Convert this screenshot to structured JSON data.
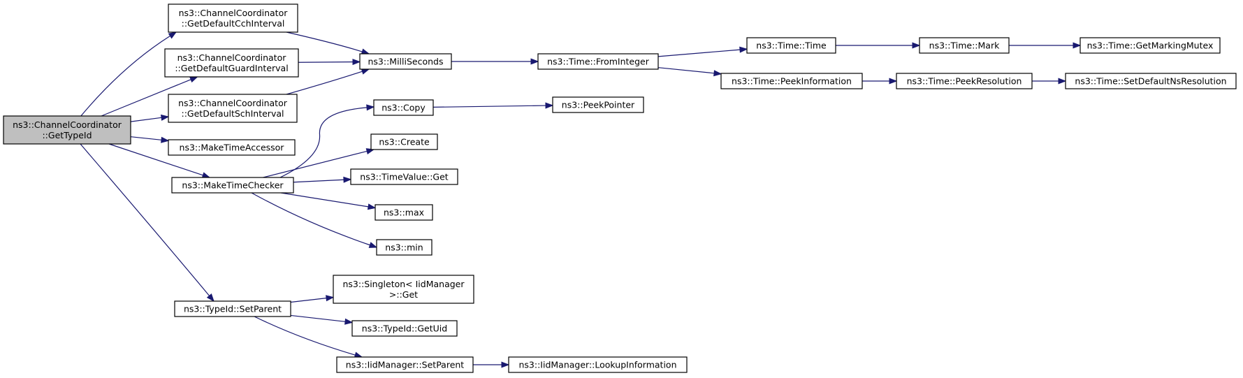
{
  "graph": {
    "colors": {
      "edge": "#191970",
      "node_border": "#000000",
      "node_fill": "#ffffff",
      "root_fill": "#bfbfbf"
    },
    "nodes": [
      {
        "id": "root",
        "lines": [
          "ns3::ChannelCoordinator",
          "::GetTypeId"
        ],
        "root": true
      },
      {
        "id": "cch",
        "lines": [
          "ns3::ChannelCoordinator",
          "::GetDefaultCchInterval"
        ]
      },
      {
        "id": "guard",
        "lines": [
          "ns3::ChannelCoordinator",
          "::GetDefaultGuardInterval"
        ]
      },
      {
        "id": "sch",
        "lines": [
          "ns3::ChannelCoordinator",
          "::GetDefaultSchInterval"
        ]
      },
      {
        "id": "mta",
        "lines": [
          "ns3::MakeTimeAccessor"
        ]
      },
      {
        "id": "mtc",
        "lines": [
          "ns3::MakeTimeChecker"
        ]
      },
      {
        "id": "setparent",
        "lines": [
          "ns3::TypeId::SetParent"
        ]
      },
      {
        "id": "ms",
        "lines": [
          "ns3::MilliSeconds"
        ]
      },
      {
        "id": "copy",
        "lines": [
          "ns3::Copy"
        ]
      },
      {
        "id": "create",
        "lines": [
          "ns3::Create"
        ]
      },
      {
        "id": "tvget",
        "lines": [
          "ns3::TimeValue::Get"
        ]
      },
      {
        "id": "max",
        "lines": [
          "ns3::max"
        ]
      },
      {
        "id": "min",
        "lines": [
          "ns3::min"
        ]
      },
      {
        "id": "singleton",
        "lines": [
          "ns3::Singleton< IidManager",
          ">::Get"
        ]
      },
      {
        "id": "getuid",
        "lines": [
          "ns3::TypeId::GetUid"
        ]
      },
      {
        "id": "iidset",
        "lines": [
          "ns3::IidManager::SetParent"
        ]
      },
      {
        "id": "fromint",
        "lines": [
          "ns3::Time::FromInteger"
        ]
      },
      {
        "id": "peekptr",
        "lines": [
          "ns3::PeekPointer"
        ]
      },
      {
        "id": "lookup",
        "lines": [
          "ns3::IidManager::LookupInformation"
        ]
      },
      {
        "id": "time",
        "lines": [
          "ns3::Time::Time"
        ]
      },
      {
        "id": "peekinfo",
        "lines": [
          "ns3::Time::PeekInformation"
        ]
      },
      {
        "id": "mark",
        "lines": [
          "ns3::Time::Mark"
        ]
      },
      {
        "id": "peekres",
        "lines": [
          "ns3::Time::PeekResolution"
        ]
      },
      {
        "id": "mutex",
        "lines": [
          "ns3::Time::GetMarkingMutex"
        ]
      },
      {
        "id": "setdef",
        "lines": [
          "ns3::Time::SetDefaultNsResolution"
        ]
      }
    ],
    "edges": [
      [
        "root",
        "cch"
      ],
      [
        "root",
        "guard"
      ],
      [
        "root",
        "sch"
      ],
      [
        "root",
        "mta"
      ],
      [
        "root",
        "mtc"
      ],
      [
        "root",
        "setparent"
      ],
      [
        "cch",
        "ms"
      ],
      [
        "guard",
        "ms"
      ],
      [
        "sch",
        "ms"
      ],
      [
        "mtc",
        "copy"
      ],
      [
        "mtc",
        "create"
      ],
      [
        "mtc",
        "tvget"
      ],
      [
        "mtc",
        "max"
      ],
      [
        "mtc",
        "min"
      ],
      [
        "setparent",
        "singleton"
      ],
      [
        "setparent",
        "getuid"
      ],
      [
        "setparent",
        "iidset"
      ],
      [
        "ms",
        "fromint"
      ],
      [
        "copy",
        "peekptr"
      ],
      [
        "iidset",
        "lookup"
      ],
      [
        "fromint",
        "time"
      ],
      [
        "fromint",
        "peekinfo"
      ],
      [
        "time",
        "mark"
      ],
      [
        "peekinfo",
        "peekres"
      ],
      [
        "mark",
        "mutex"
      ],
      [
        "peekres",
        "setdef"
      ]
    ]
  }
}
